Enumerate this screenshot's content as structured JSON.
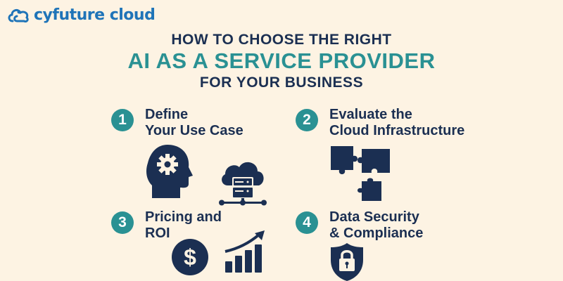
{
  "brand": {
    "name": "cyfuture cloud",
    "icon": "cloud-logo-icon"
  },
  "title": {
    "line1": "HOW TO CHOOSE THE RIGHT",
    "line2": "AI AS A SERVICE PROVIDER",
    "line3": "FOR YOUR BUSINESS"
  },
  "colors": {
    "background": "#fdf3e3",
    "navy": "#1b2f52",
    "teal": "#2a9193",
    "brand_blue": "#1f74b8"
  },
  "steps": [
    {
      "number": "1",
      "line1": "Define",
      "line2": "Your Use Case",
      "icons": [
        "head-gear-icon",
        "cloud-server-icon"
      ]
    },
    {
      "number": "2",
      "line1": "Evaluate the",
      "line2": "Cloud Infrastructure",
      "icons": [
        "puzzle-icon"
      ]
    },
    {
      "number": "3",
      "line1": "Pricing and",
      "line2": "ROI",
      "icons": [
        "dollar-coin-icon",
        "growth-chart-icon"
      ]
    },
    {
      "number": "4",
      "line1": "Data Security",
      "line2": "& Compliance",
      "icons": [
        "shield-lock-icon"
      ]
    }
  ]
}
